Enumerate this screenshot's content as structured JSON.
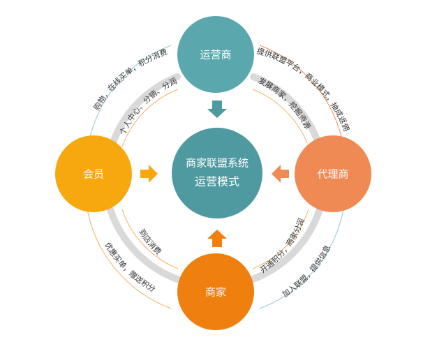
{
  "colors": {
    "teal": "#5aa8ad",
    "teal_center": "#4f9aa0",
    "orange_dark": "#ef7f0f",
    "orange_light": "#f08a55",
    "yellow": "#f8a80f",
    "ring_gray": "#d7d7d7",
    "thin_line_orange": "#f3b060",
    "thin_line_teal": "#8ecbd2",
    "text": "#333333"
  },
  "center": {
    "line1": "商家联盟系统",
    "line2": "运营模式"
  },
  "nodes": {
    "top": {
      "label": "运营商"
    },
    "left": {
      "label": "会员"
    },
    "right": {
      "label": "代理商"
    },
    "bottom": {
      "label": "商家"
    }
  },
  "edges": {
    "top_left_outer": "购物，在线买单，积分消费",
    "top_left_inner": "个人中心、分销、分润",
    "top_right_outer": "提供联盟平台，商业模式，抽成返佣",
    "top_right_inner": "发展商家，挖掘资源",
    "bottom_left_outer": "优惠买单，赠送积分",
    "bottom_left_inner": "到店消费",
    "bottom_right_outer": "加入联盟，提供信息",
    "bottom_right_inner": "开通积分，商家分润"
  }
}
